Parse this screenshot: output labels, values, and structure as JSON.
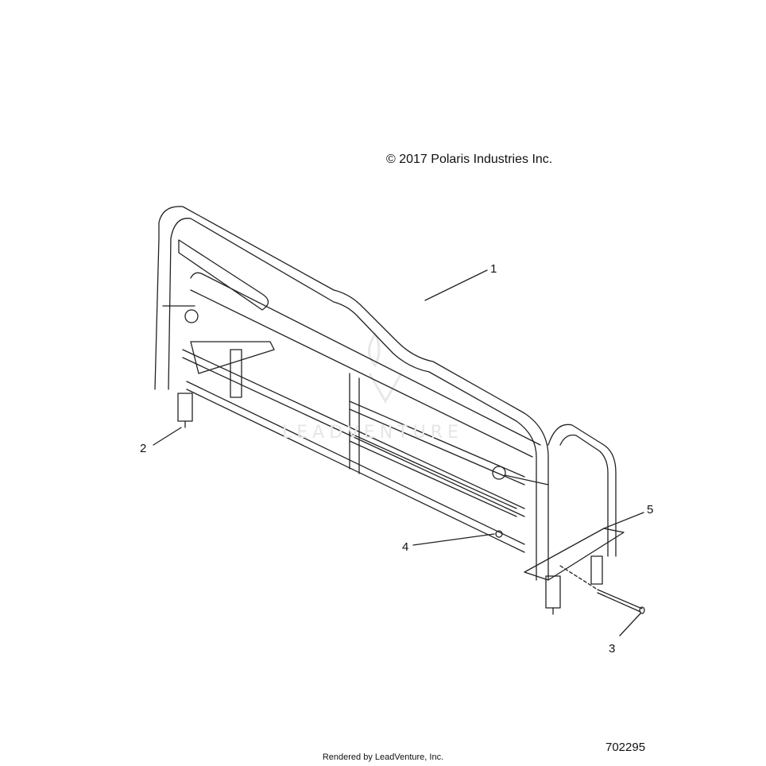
{
  "copyright": "© 2017 Polaris Industries Inc.",
  "watermark": "LEADVENTURE",
  "callouts": [
    "1",
    "2",
    "3",
    "4",
    "5"
  ],
  "footer": {
    "rendered_by": "Rendered by LeadVenture, Inc.",
    "figure_number": "702295"
  },
  "colors": {
    "line": "#222222",
    "watermark": "#e6e6e6",
    "background": "#ffffff"
  }
}
